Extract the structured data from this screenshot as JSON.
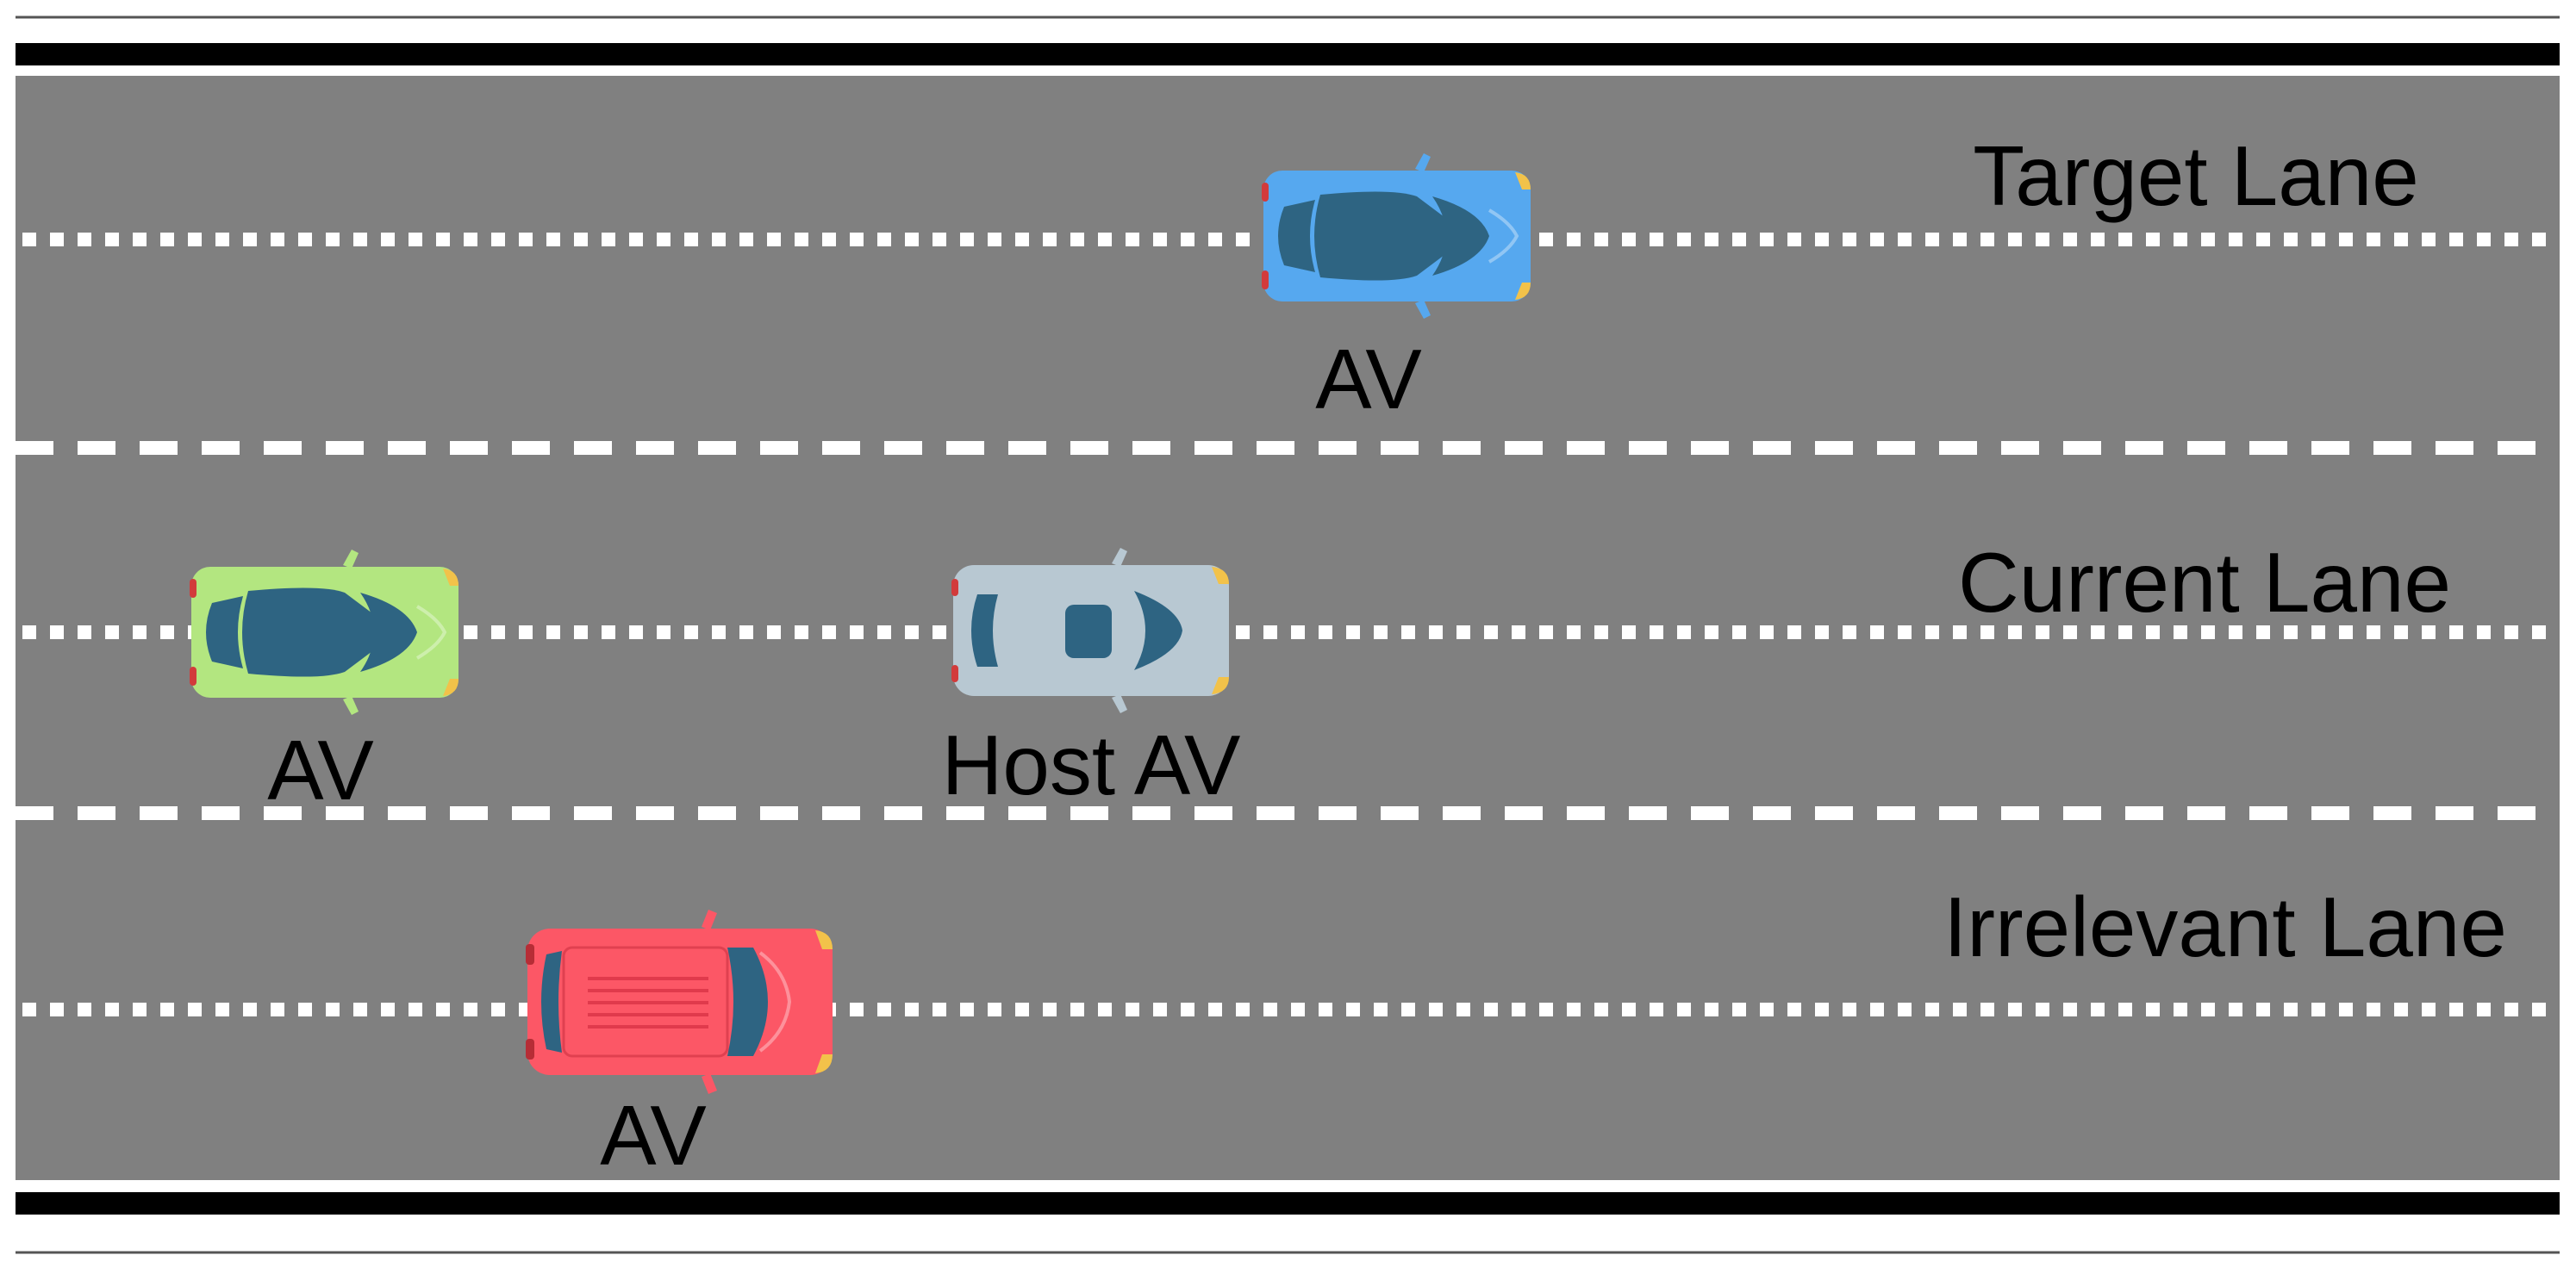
{
  "road": {
    "asphalt_color": "#808080",
    "edge_color": "#000000",
    "marking_color": "#ffffff"
  },
  "lanes": [
    {
      "id": "target",
      "name": "Target Lane"
    },
    {
      "id": "current",
      "name": "Current Lane"
    },
    {
      "id": "irrelevant",
      "name": "Irrelevant Lane"
    }
  ],
  "vehicles": [
    {
      "id": "target-av",
      "lane": "target",
      "label": "AV",
      "body_color": "#56a8ef",
      "glass_color": "#2e6482",
      "style": "coupe"
    },
    {
      "id": "current-av",
      "lane": "current",
      "label": "AV",
      "body_color": "#b3e680",
      "glass_color": "#2e6482",
      "style": "coupe"
    },
    {
      "id": "host-av",
      "lane": "current",
      "label": "Host AV",
      "body_color": "#b8c8d2",
      "glass_color": "#2e6482",
      "style": "sedan"
    },
    {
      "id": "irrelevant-av",
      "lane": "irrelevant",
      "label": "AV",
      "body_color": "#fc5766",
      "glass_color": "#2e6482",
      "style": "suv"
    }
  ]
}
